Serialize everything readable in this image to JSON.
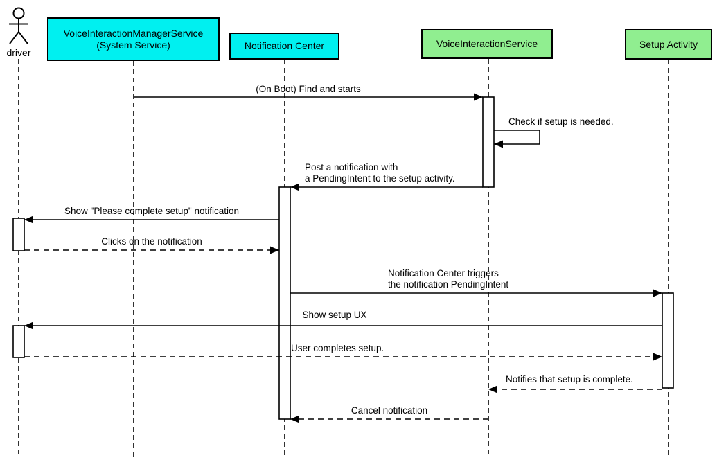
{
  "colors": {
    "participant_cyan": "#00F0F0",
    "participant_green": "#90EE90",
    "line_black": "#000000",
    "background": "#FFFFFF"
  },
  "actor": {
    "name": "driver"
  },
  "participants": [
    {
      "id": "voice-interaction-manager-service",
      "label": "VoiceInteractionManagerService\n(System Service)",
      "color": "#00F0F0"
    },
    {
      "id": "notification-center",
      "label": "Notification Center",
      "color": "#00F0F0"
    },
    {
      "id": "voice-interaction-service",
      "label": "VoiceInteractionService",
      "color": "#90EE90"
    },
    {
      "id": "setup-activity",
      "label": "Setup Activity",
      "color": "#90EE90"
    }
  ],
  "messages": [
    {
      "from": "VoiceInteractionManagerService (System Service)",
      "to": "VoiceInteractionService",
      "style": "solid",
      "label": "(On Boot) Find and starts"
    },
    {
      "from": "VoiceInteractionService",
      "to": "VoiceInteractionService",
      "style": "self",
      "label": "Check if setup is needed."
    },
    {
      "from": "VoiceInteractionService",
      "to": "Notification Center",
      "style": "solid",
      "label": "Post a notification with\na PendingIntent to the setup activity."
    },
    {
      "from": "Notification Center",
      "to": "driver",
      "style": "solid",
      "label": "Show \"Please complete setup\" notification"
    },
    {
      "from": "driver",
      "to": "Notification Center",
      "style": "dashed",
      "label": "Clicks on the notification"
    },
    {
      "from": "Notification Center",
      "to": "Setup Activity",
      "style": "solid",
      "label": "Notification Center triggers\nthe notification PendingIntent"
    },
    {
      "from": "Setup Activity",
      "to": "driver",
      "style": "solid",
      "label": "Show setup UX"
    },
    {
      "from": "driver",
      "to": "Setup Activity",
      "style": "dashed",
      "label": "User completes setup."
    },
    {
      "from": "Setup Activity",
      "to": "VoiceInteractionService",
      "style": "dashed",
      "label": "Notifies that setup is complete."
    },
    {
      "from": "VoiceInteractionService",
      "to": "Notification Center",
      "style": "dashed",
      "label": "Cancel notification"
    }
  ]
}
